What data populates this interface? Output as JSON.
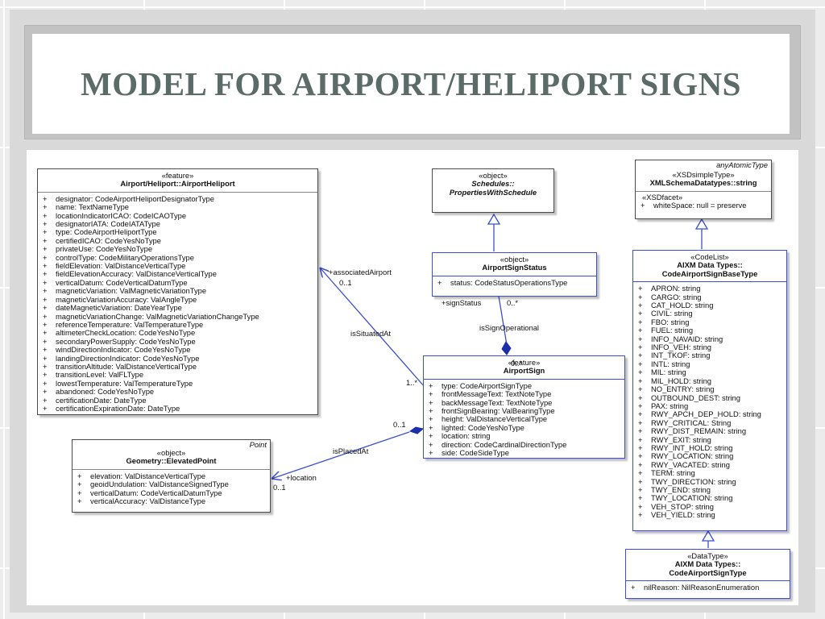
{
  "slide": {
    "title": "MODEL FOR AIRPORT/HELIPORT SIGNS"
  },
  "colors": {
    "title_text": "#5b6b68",
    "association_line": "#3b4fd1",
    "class_border_blue": "#3b4fd1",
    "class_border_gray": "#4a4a4a"
  },
  "classes": {
    "airport_heliport": {
      "stereotype": "«feature»",
      "name": "Airport/Heliport::AirportHeliport",
      "attributes": [
        "designator: CodeAirportHeliportDesignatorType",
        "name: TextNameType",
        "locationIndicatorICAO: CodeICAOType",
        "designatorIATA: CodeIATAType",
        "type: CodeAirportHeliportType",
        "certifiedICAO: CodeYesNoType",
        "privateUse: CodeYesNoType",
        "controlType: CodeMilitaryOperationsType",
        "fieldElevation: ValDistanceVerticalType",
        "fieldElevationAccuracy: ValDistanceVerticalType",
        "verticalDatum: CodeVerticalDatumType",
        "magneticVariation: ValMagneticVariationType",
        "magneticVariationAccuracy: ValAngleType",
        "dateMagneticVariation: DateYearType",
        "magneticVariationChange: ValMagneticVariationChangeType",
        "referenceTemperature: ValTemperatureType",
        "altimeterCheckLocation: CodeYesNoType",
        "secondaryPowerSupply: CodeYesNoType",
        "windDirectionIndicator: CodeYesNoType",
        "landingDirectionIndicator: CodeYesNoType",
        "transitionAltitude: ValDistanceVerticalType",
        "transitionLevel: ValFLType",
        "lowestTemperature: ValTemperatureType",
        "abandoned: CodeYesNoType",
        "certificationDate: DateType",
        "certificationExpirationDate: DateType"
      ]
    },
    "properties_with_schedule": {
      "stereotype": "«object»",
      "name_line1": "Schedules::",
      "name_line2": "PropertiesWithSchedule"
    },
    "airport_sign_status": {
      "stereotype": "«object»",
      "name": "AirportSignStatus",
      "attributes": [
        "status: CodeStatusOperationsType"
      ]
    },
    "airport_sign": {
      "stereotype": "«feature»",
      "name": "AirportSign",
      "attributes": [
        "type: CodeAirportSignType",
        "frontMessageText: TextNoteType",
        "backMessageText: TextNoteType",
        "frontSignBearing: ValBearingType",
        "height: ValDistanceVerticalType",
        "lighted: CodeYesNoType",
        "location: string",
        "direction: CodeCardinalDirectionType",
        "side: CodeSideType"
      ]
    },
    "elevated_point": {
      "corner": "Point",
      "stereotype": "«object»",
      "name": "Geometry::ElevatedPoint",
      "attributes": [
        "elevation: ValDistanceVerticalType",
        "geoidUndulation: ValDistanceSignedType",
        "verticalDatum: CodeVerticalDatumType",
        "verticalAccuracy: ValDistanceType"
      ]
    },
    "xsd_string": {
      "corner": "anyAtomicType",
      "stereotype": "«XSDsimpleType»",
      "name": "XMLSchemaDatatypes::string",
      "facet_stereotype": "«XSDfacet»",
      "facet_attribute": "whiteSpace: null = preserve"
    },
    "code_airport_sign_base": {
      "stereotype": "«CodeList»",
      "name_line1": "AIXM Data Types::",
      "name_line2": "CodeAirportSignBaseType",
      "attributes": [
        "APRON: string",
        "CARGO: string",
        "CAT_HOLD: string",
        "CIVIL: string",
        "FBO: string",
        "FUEL: string",
        "INFO_NAVAID: string",
        "INFO_VEH: string",
        "INT_TKOF: string",
        "INTL: string",
        "MIL: string",
        "MIL_HOLD: string",
        "NO_ENTRY: string",
        "OUTBOUND_DEST: string",
        "PAX: string",
        "RWY_APCH_DEP_HOLD: string",
        "RWY_CRITICAL: String",
        "RWY_DIST_REMAIN: string",
        "RWY_EXIT: string",
        "RWY_INT_HOLD: string",
        "RWY_LOCATION: string",
        "RWY_VACATED: string",
        "TERM: string",
        "TWY_DIRECTION: string",
        "TWY_END: string",
        "TWY_LOCATION: string",
        "VEH_STOP: string",
        "VEH_YIELD: string"
      ]
    },
    "code_airport_sign_type": {
      "stereotype": "«DataType»",
      "name_line1": "AIXM Data Types::",
      "name_line2": "CodeAirportSignType",
      "attributes": [
        "nilReason: NilReasonEnumeration"
      ]
    }
  },
  "associations": {
    "associated_airport_role": "+associatedAirport",
    "associated_airport_mult": "0..1",
    "is_situated_at": "isSituatedAt",
    "sign_mult_airport": "1..*",
    "sign_status_role": "+signStatus",
    "sign_status_mult": "0..*",
    "is_sign_operational": "isSignOperational",
    "sign_status_owner_mult": "0..*",
    "is_placed_at": "isPlacedAt",
    "placed_at_mult": "0..1",
    "location_role": "+location",
    "location_mult": "0..1"
  },
  "visibility_marker": "+"
}
